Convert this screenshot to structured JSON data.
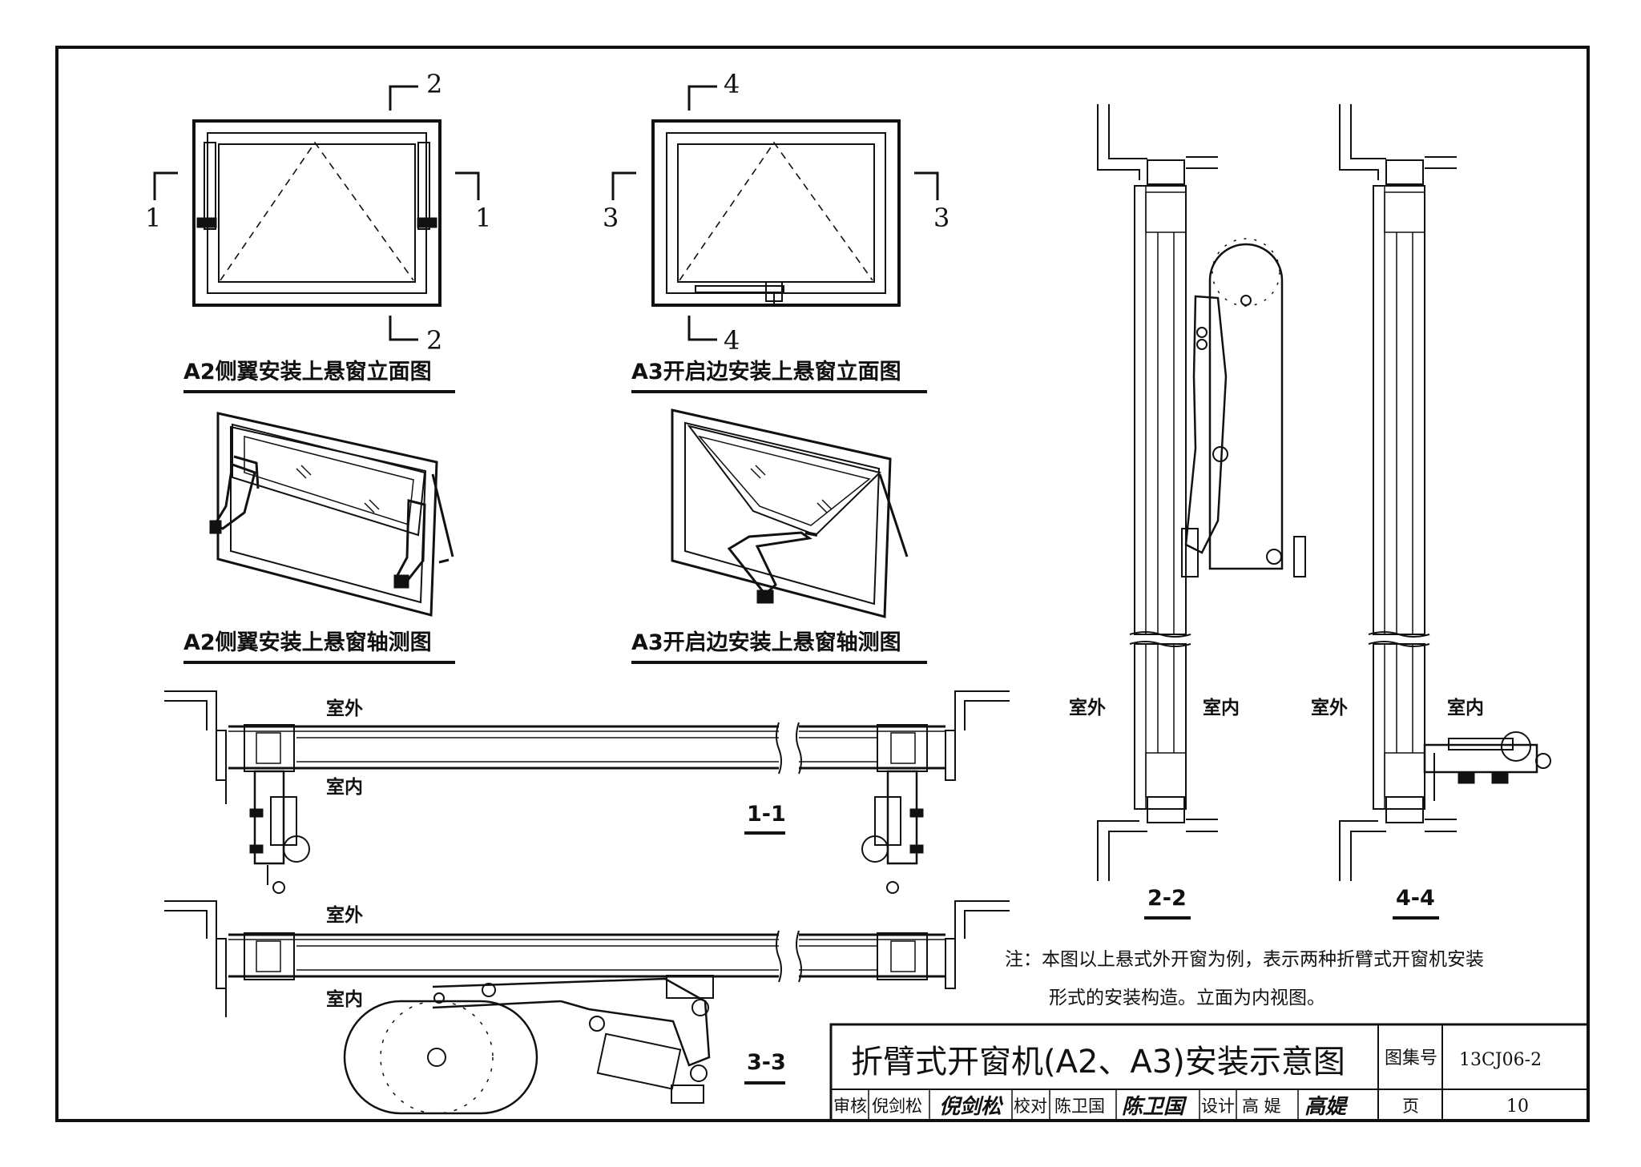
{
  "views": {
    "a2_elevation_title": "A2侧翼安装上悬窗立面图",
    "a3_elevation_title": "A3开启边安装上悬窗立面图",
    "a2_axonometric_title": "A2侧翼安装上悬窗轴测图",
    "a3_axonometric_title": "A3开启边安装上悬窗轴测图"
  },
  "section_marks": {
    "one": "1",
    "two": "2",
    "three": "3",
    "four": "4"
  },
  "section_titles": {
    "s1": "1-1",
    "s2": "2-2",
    "s3": "3-3",
    "s4": "4-4"
  },
  "labels": {
    "outdoor": "室外",
    "indoor": "室内"
  },
  "note": {
    "line1": "注：本图以上悬式外开窗为例，表示两种折臂式开窗机安装",
    "line2": "形式的安装构造。立面为内视图。"
  },
  "title_block": {
    "title": "折臂式开窗机(A2、A3)安装示意图",
    "atlas_label": "图集号",
    "atlas_no": "13CJ06-2",
    "review_label": "审核",
    "reviewer": "倪剑松",
    "reviewer_sig": "倪剑松",
    "check_label": "校对",
    "checker": "陈卫国",
    "checker_sig": "陈卫国",
    "design_label": "设计",
    "designer": "高 媞",
    "designer_sig": "高媞",
    "page_label": "页",
    "page_no": "10"
  }
}
